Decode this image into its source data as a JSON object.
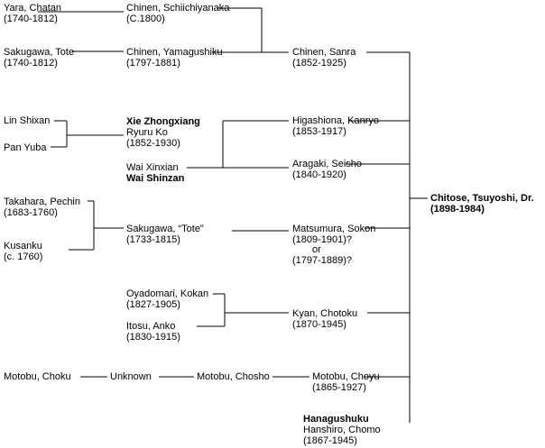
{
  "nodes": {
    "yara_name": "Yara, Chatan",
    "yara_dates": "(1740-1812)",
    "schiichiyanaka_name": "Chinen, Schiichiyanaka",
    "schiichiyanaka_dates": "(C.1800)",
    "tote_name": "Sakugawa, Tote",
    "tote_dates": "(1740-1812)",
    "yamagushiku_name": "Chinen, Yamagushiku",
    "yamagushiku_dates": "(1797-1881)",
    "sanra_name": "Chinen, Sanra",
    "sanra_dates": "(1852-1925)",
    "lin_name": "Lin Shixan",
    "pan_name": "Pan Yuba",
    "xie_name": "Xie Zhongxiang",
    "xie_alias": "Ryuru Ko",
    "xie_dates": "(1852-1930)",
    "higashiona_name": "Higashiona, Kanryo",
    "higashiona_dates": "(1853-1917)",
    "wai_name": "Wai Xinxian",
    "wai_alias": "Wai Shinzan",
    "aragaki_name": "Aragaki, Seisho",
    "aragaki_dates": "(1840-1920)",
    "chitose_name": "Chitose, Tsuyoshi, Dr.",
    "chitose_dates": "(1898-1984)",
    "takahara_name": "Takahara, Pechin",
    "takahara_dates": "(1683-1760)",
    "kusanku_name": "Kusanku",
    "kusanku_dates": "(c. 1760)",
    "sakugawa2_name": "Sakugawa, “Tote”",
    "sakugawa2_dates": "(1733-1815)",
    "matsumura_name": "Matsumura, Sokon",
    "matsumura_dates": "(1809-1901)?",
    "matsumura_or": "or",
    "matsumura_alt": "(1797-1889)?",
    "oyadomari_name": "Oyadomari, Kokan",
    "oyadomari_dates": "(1827-1905)",
    "itosu_name": "Itosu, Anko",
    "itosu_dates": "(1830-1915)",
    "kyan_name": "Kyan, Chotoku",
    "kyan_dates": "(1870-1945)",
    "choku_name": "Motobu, Choku",
    "unknown_name": "Unknown",
    "chosho_name": "Motobu, Chosho",
    "choyu_name": "Motobu, Choyu",
    "choyu_dates": "(1865-1927)",
    "hanagushuku_name": "Hanagushuku",
    "hanshiro_name": "Hanshiro, Chomo",
    "hanshiro_dates": "(1867-1945)"
  }
}
